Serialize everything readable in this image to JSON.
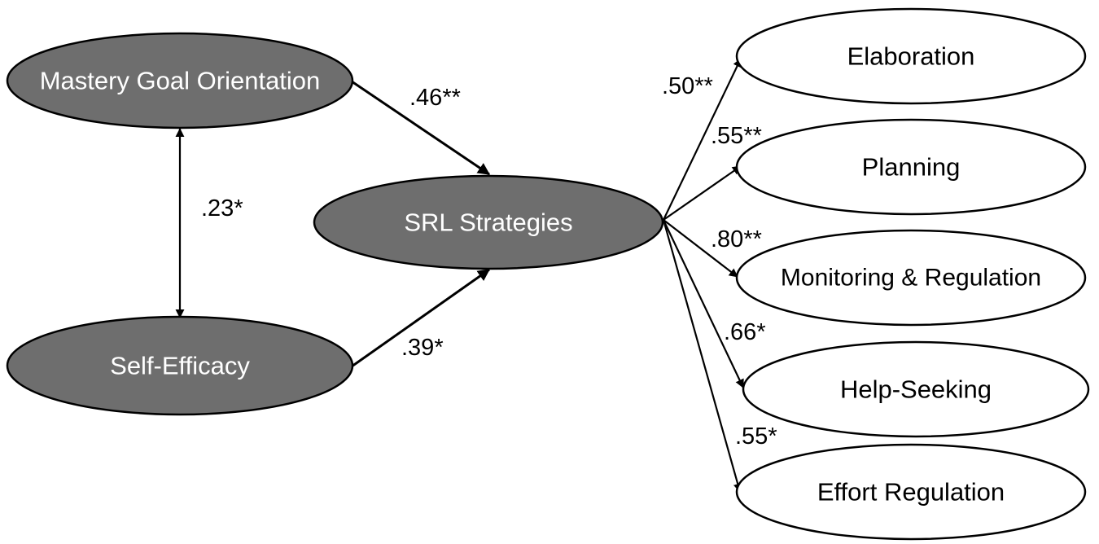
{
  "nodes": {
    "mastery_goal_orientation": "Mastery Goal Orientation",
    "self_efficacy": "Self-Efficacy",
    "srl_strategies": "SRL Strategies",
    "elaboration": "Elaboration",
    "planning": "Planning",
    "monitoring_regulation": "Monitoring & Regulation",
    "help_seeking": "Help-Seeking",
    "effort_regulation": "Effort Regulation"
  },
  "coefficients": {
    "mastery_self_efficacy": ".23*",
    "mastery_srl": ".46**",
    "self_efficacy_srl": ".39*",
    "srl_elaboration": ".50**",
    "srl_planning": ".55**",
    "srl_monitoring": ".80**",
    "srl_help_seeking": ".66*",
    "srl_effort": ".55*"
  }
}
